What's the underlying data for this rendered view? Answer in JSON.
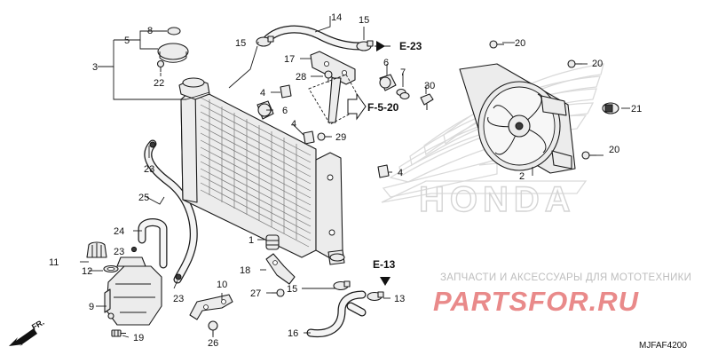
{
  "diagram": {
    "drawing_code": "MJFAF4200",
    "watermark": {
      "caption": "ЗАПЧАСТИ И АКСЕССУАРЫ ДЛЯ МОТОТЕХНИКИ",
      "logo": "PARTSFOR.RU",
      "brand": "HONDA"
    },
    "direction_marker": "FR.",
    "references": {
      "e23": "E-23",
      "f520": "F-5-20",
      "e13": "E-13"
    },
    "callouts": {
      "c1": "1",
      "c2": "2",
      "c3": "3",
      "c4a": "4",
      "c4b": "4",
      "c4c": "4",
      "c5": "5",
      "c6a": "6",
      "c6b": "6",
      "c7": "7",
      "c8": "8",
      "c9": "9",
      "c10": "10",
      "c11": "11",
      "c12": "12",
      "c13": "13",
      "c14": "14",
      "c15a": "15",
      "c15b": "15",
      "c15c": "15",
      "c16": "16",
      "c17": "17",
      "c18": "18",
      "c19": "19",
      "c20a": "20",
      "c20b": "20",
      "c20c": "20",
      "c21": "21",
      "c22": "22",
      "c23a": "23",
      "c23b": "23",
      "c23c": "23",
      "c24": "24",
      "c25": "25",
      "c26": "26",
      "c27": "27",
      "c28": "28",
      "c29": "29",
      "c30": "30"
    }
  }
}
